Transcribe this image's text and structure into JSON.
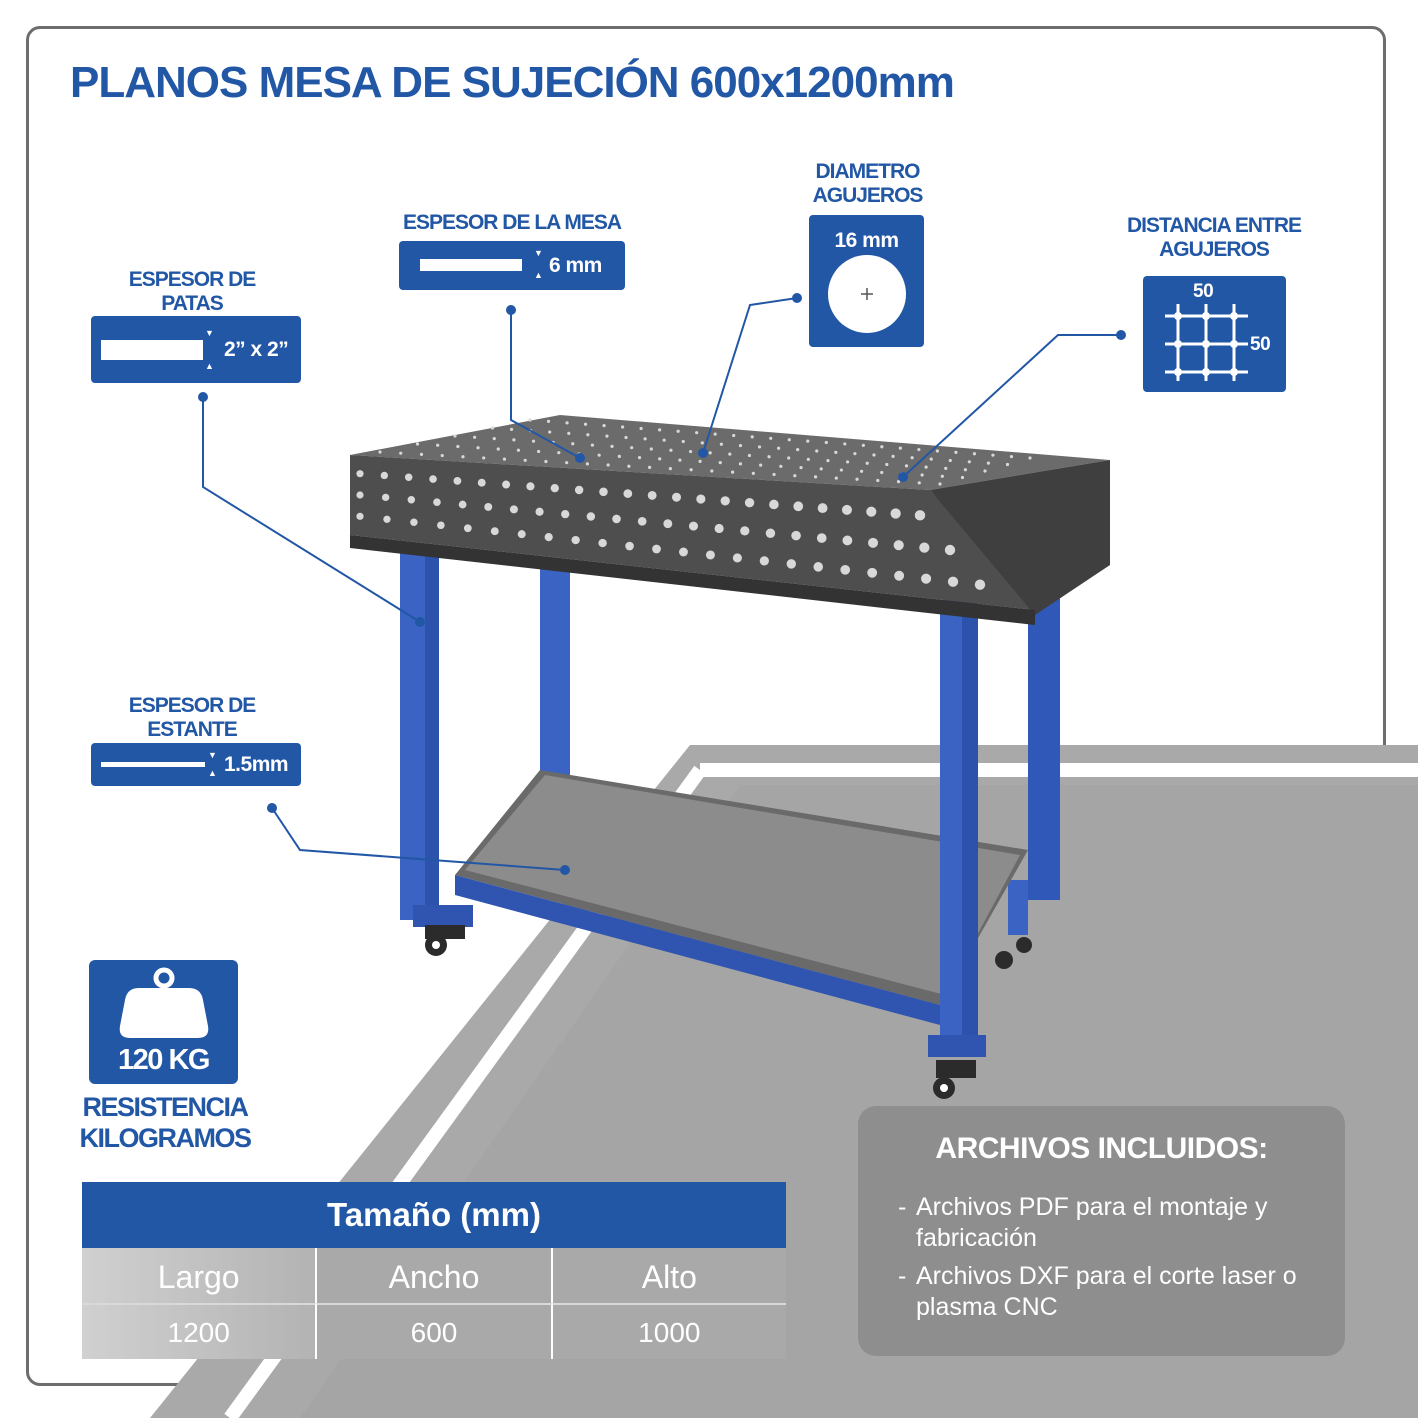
{
  "title": "PLANOS MESA DE SUJECIÓN 600x1200mm",
  "callouts": {
    "legs": {
      "label_line1": "ESPESOR DE",
      "label_line2": "PATAS",
      "value": "2” x 2”"
    },
    "table_top": {
      "label": "ESPESOR DE LA MESA",
      "value": "6 mm"
    },
    "holes": {
      "label_line1": "DIAMETRO",
      "label_line2": "AGUJEROS",
      "value": "16 mm"
    },
    "spacing": {
      "label_line1": "DISTANCIA ENTRE",
      "label_line2": "AGUJEROS",
      "value_top": "50",
      "value_right": "50"
    },
    "shelf": {
      "label_line1": "ESPESOR DE",
      "label_line2": "ESTANTE",
      "value": "1.5mm"
    }
  },
  "weight": {
    "value": "120 KG",
    "caption_line1": "RESISTENCIA",
    "caption_line2": "KILOGRAMOS",
    "icon": "weight-icon"
  },
  "size_table": {
    "heading": "Tamaño (mm)",
    "columns": [
      "Largo",
      "Ancho",
      "Alto"
    ],
    "values": [
      "1200",
      "600",
      "1000"
    ]
  },
  "files": {
    "heading": "ARCHIVOS INCLUIDOS:",
    "items": [
      "Archivos PDF para el montaje y fabricación",
      "Archivos DXF para el corte laser o plasma CNC"
    ]
  },
  "colors": {
    "brand_blue": "#2257a6",
    "steel": "#5d5d5d",
    "floor": "#a9a9a9",
    "files_panel": "#8e8e8e"
  }
}
